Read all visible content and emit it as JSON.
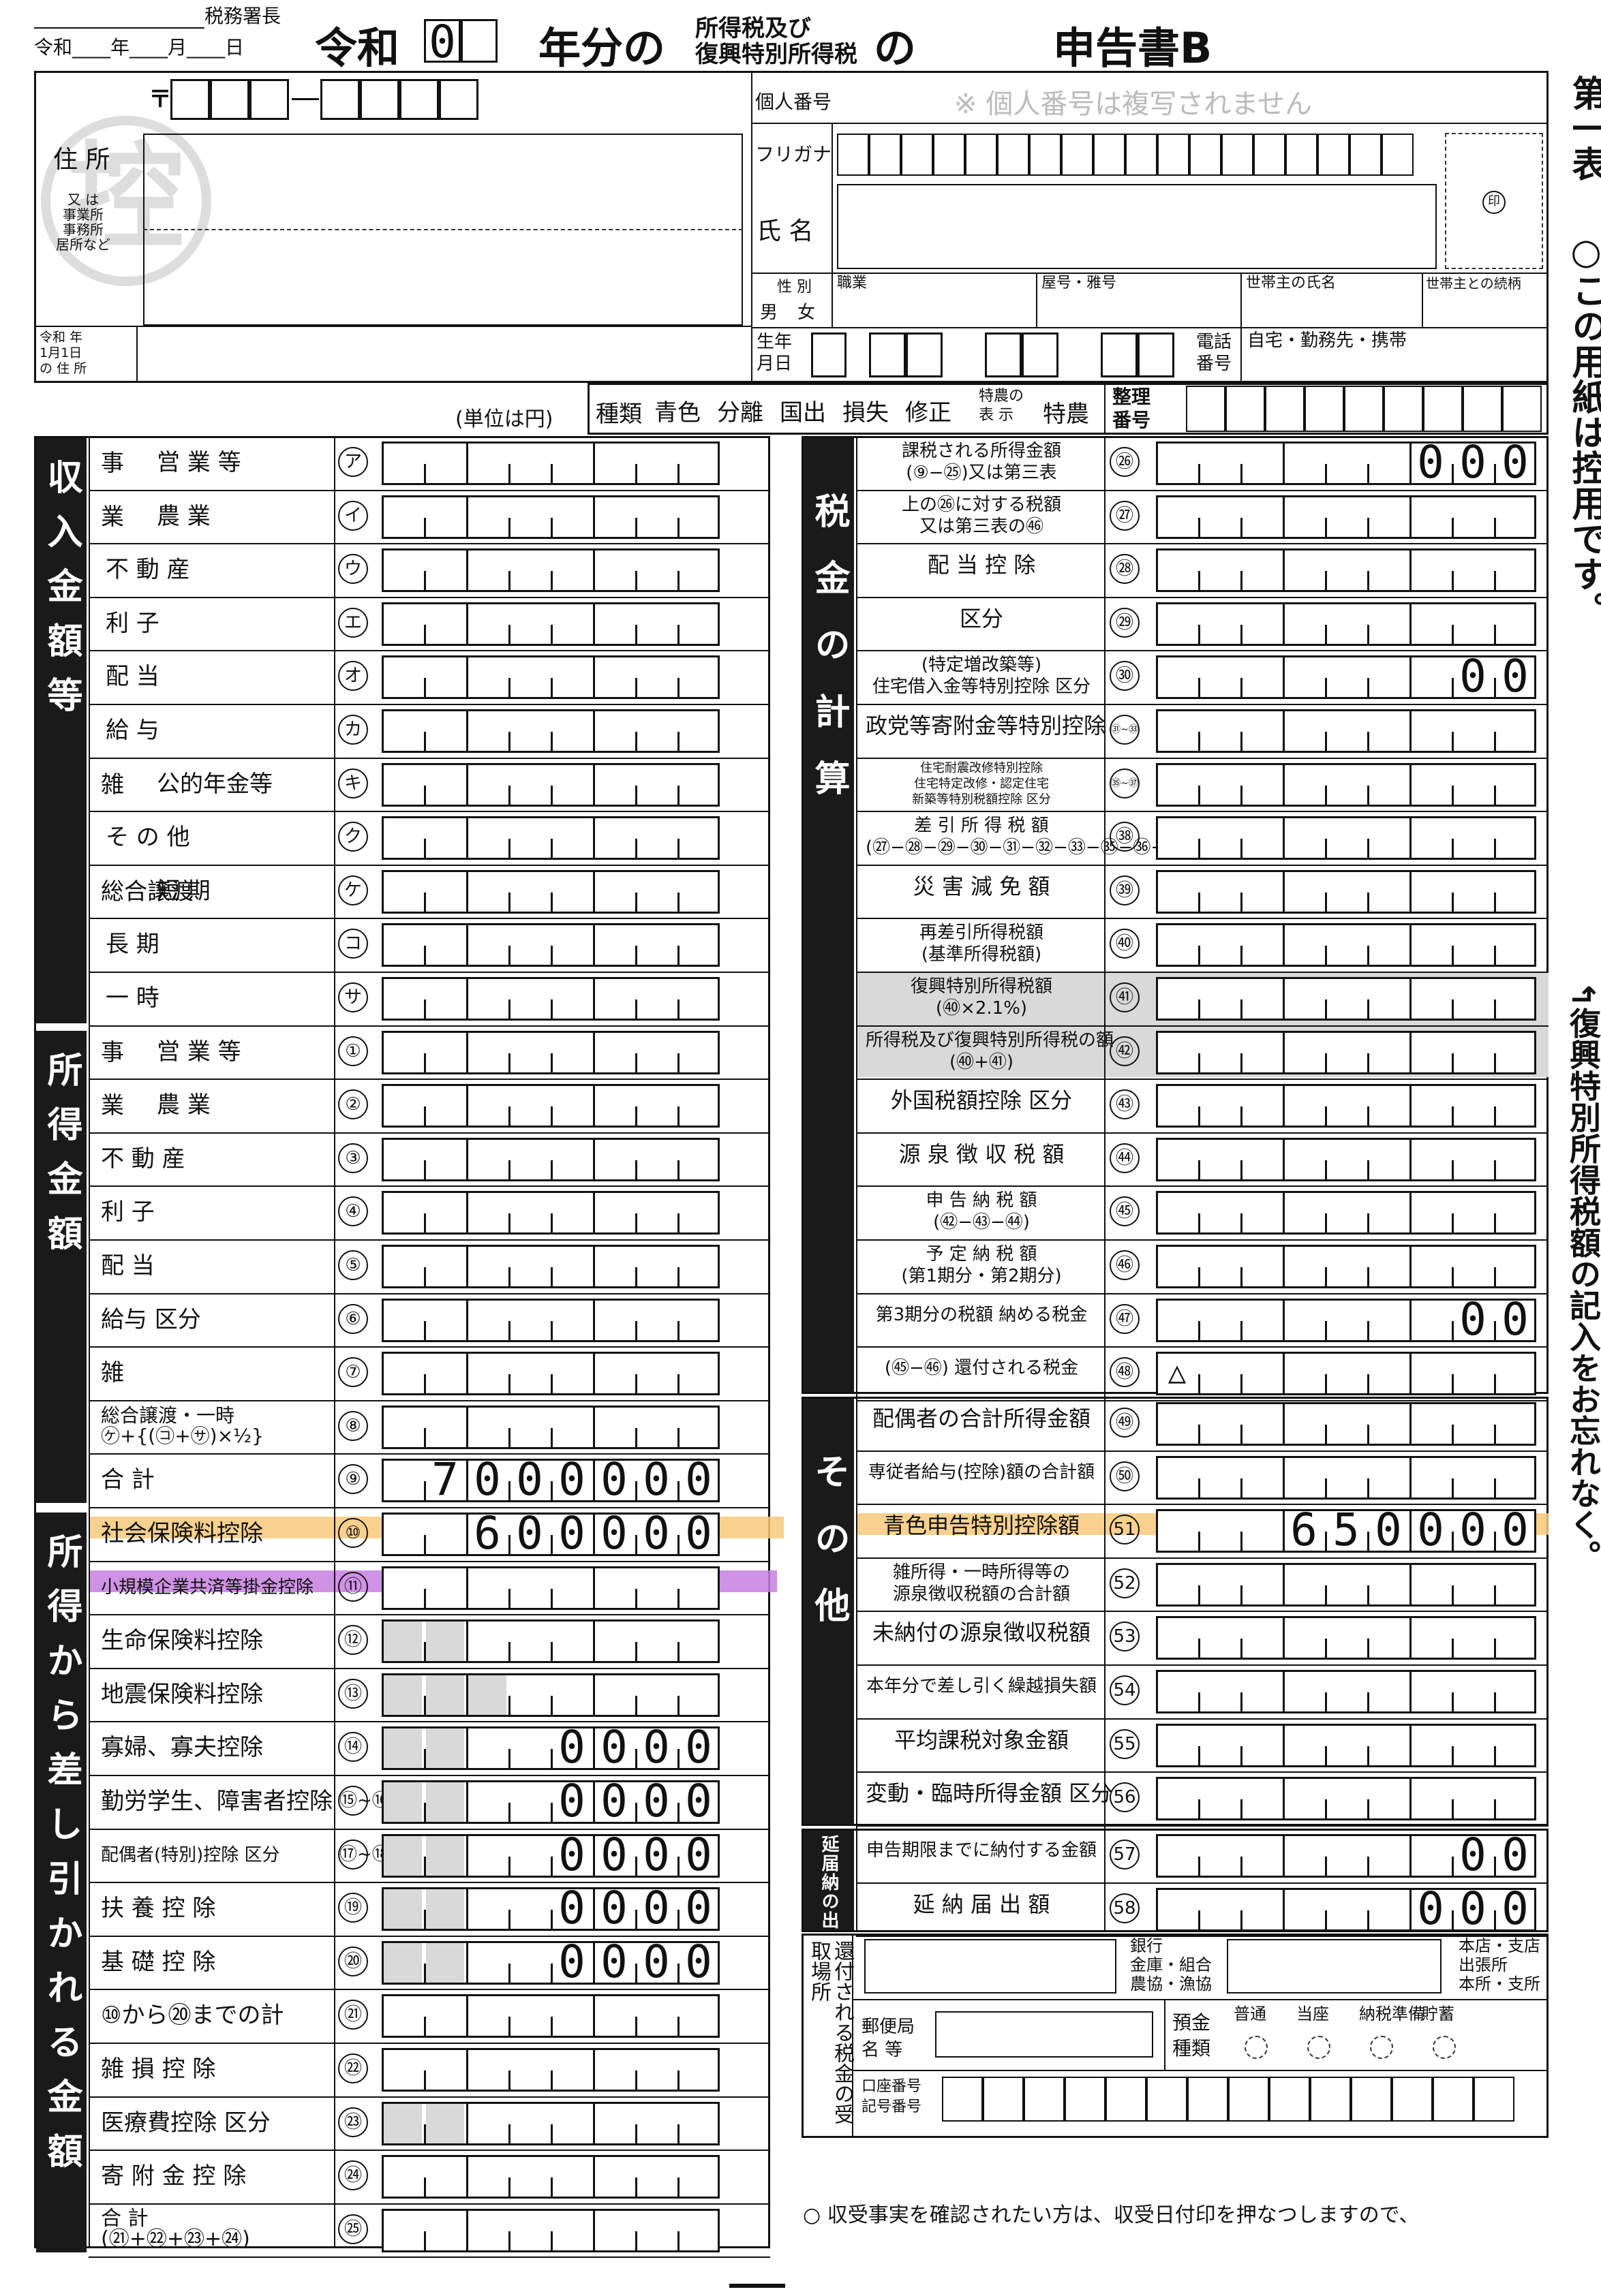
{
  "header": {
    "office_label": "税務署長",
    "date_label": "令和____年____月____日",
    "era": "令和",
    "year_box": "0",
    "year_suffix": "年分の",
    "tax_name_1": "所得税及び",
    "tax_name_2": "復興特別所得税",
    "no": "の",
    "form_title": "申告書B",
    "side_title_1": "第一表",
    "side_title_2": "○この用紙は控用です。",
    "side_note": "↰復興特別所得税額の記入をお忘れなく。"
  },
  "personal": {
    "postal_mark": "〒",
    "address_label": "住 所",
    "address_sub": "又 は\n事業所\n事務所\n居所など",
    "jan1_label": "令和 年\n1月1日\nの 住 所",
    "my_number_label": "個人番号",
    "my_number_note": "※ 個人番号は複写されません",
    "furigana_label": "フリガナ",
    "name_label": "氏 名",
    "seal": "印",
    "sex_label": "性 別",
    "male": "男",
    "female": "女",
    "occupation": "職業",
    "shop_name": "屋号・雅号",
    "householder": "世帯主の氏名",
    "relation": "世帯主との続柄",
    "birth_label": "生年\n月日",
    "phone_label": "電話\n番号",
    "phone_types": "自宅・勤務先・携帯",
    "stamp": "控",
    "unit": "(単位は円)",
    "kind_label": "種類",
    "kinds": [
      "青色",
      "分離",
      "国出",
      "損失",
      "修正"
    ],
    "special_label": "特農の\n表 示",
    "special": "特農",
    "ref_label": "整理\n番号"
  },
  "left_groups": [
    {
      "label": "収入金額等"
    },
    {
      "label": "所得金額"
    },
    {
      "label": "所得から差し引かれる金額"
    }
  ],
  "income_rows": [
    {
      "sub": "事",
      "label": "営 業 等",
      "mark": "ア"
    },
    {
      "sub": "業",
      "label": "農 業",
      "mark": "イ"
    },
    {
      "sub": "",
      "label": "不 動 産",
      "mark": "ウ"
    },
    {
      "sub": "",
      "label": "利 子",
      "mark": "エ"
    },
    {
      "sub": "",
      "label": "配 当",
      "mark": "オ"
    },
    {
      "sub": "",
      "label": "給 与",
      "mark": "カ"
    },
    {
      "sub": "雑",
      "label": "公的年金等",
      "mark": "キ"
    },
    {
      "sub": "",
      "label": "そ の 他",
      "mark": "ク"
    },
    {
      "sub": "総合譲渡",
      "label": "短 期",
      "mark": "ケ"
    },
    {
      "sub": "",
      "label": "長 期",
      "mark": "コ"
    },
    {
      "sub": "",
      "label": "一 時",
      "mark": "サ"
    }
  ],
  "shotoku_rows": [
    {
      "sub": "事",
      "label": "営 業 等",
      "mark": "①",
      "value": ""
    },
    {
      "sub": "業",
      "label": "農 業",
      "mark": "②",
      "value": ""
    },
    {
      "sub": "",
      "label": "不 動 産",
      "mark": "③",
      "value": ""
    },
    {
      "sub": "",
      "label": "利 子",
      "mark": "④",
      "value": ""
    },
    {
      "sub": "",
      "label": "配 当",
      "mark": "⑤",
      "value": ""
    },
    {
      "sub": "",
      "label": "給与 区分",
      "mark": "⑥",
      "value": ""
    },
    {
      "sub": "",
      "label": "雑",
      "mark": "⑦",
      "value": ""
    },
    {
      "sub": "",
      "label": "総合譲渡・一時\n㋘+{(㋙+㋚)×½}",
      "mark": "⑧",
      "value": ""
    },
    {
      "sub": "",
      "label": "合 計",
      "mark": "⑨",
      "value": "7000000"
    }
  ],
  "deduction_rows": [
    {
      "label": "社会保険料控除",
      "mark": "⑩",
      "value": "600000"
    },
    {
      "label": "小規模企業共済等掛金控除",
      "mark": "⑪",
      "value": ""
    },
    {
      "label": "生命保険料控除",
      "mark": "⑫",
      "value": ""
    },
    {
      "label": "地震保険料控除",
      "mark": "⑬",
      "value": ""
    },
    {
      "label": "寡婦、寡夫控除",
      "mark": "⑭",
      "value": "0000"
    },
    {
      "label": "勤労学生、障害者控除",
      "mark": "⑮~⑯",
      "value": "0000"
    },
    {
      "label": "配偶者(特別)控除 区分",
      "mark": "⑰~⑱",
      "value": "0000"
    },
    {
      "label": "扶 養 控 除",
      "mark": "⑲",
      "value": "0000"
    },
    {
      "label": "基 礎 控 除",
      "mark": "⑳",
      "value": "0000"
    },
    {
      "label": "⑩から⑳までの計",
      "mark": "㉑",
      "value": ""
    },
    {
      "label": "雑 損 控 除",
      "mark": "㉒",
      "value": ""
    },
    {
      "label": "医療費控除 区分",
      "mark": "㉓",
      "value": ""
    },
    {
      "label": "寄 附 金 控 除",
      "mark": "㉔",
      "value": ""
    },
    {
      "label": "合 計\n(㉑+㉒+㉓+㉔)",
      "mark": "㉕",
      "value": ""
    }
  ],
  "right_groups": [
    {
      "label": "税金の計算"
    },
    {
      "label": "その他"
    },
    {
      "label": "延届納の出"
    }
  ],
  "tax_rows": [
    {
      "label": "課税される所得金額\n(⑨−㉕)又は第三表",
      "mark": "㉖",
      "value": "000"
    },
    {
      "label": "上の㉖に対する税額\n又は第三表の㊻",
      "mark": "㉗",
      "value": ""
    },
    {
      "label": "配 当 控 除",
      "mark": "㉘",
      "value": ""
    },
    {
      "label": "区分",
      "mark": "㉙",
      "value": ""
    },
    {
      "label": "(特定増改築等)\n住宅借入金等特別控除 区分",
      "mark": "㉚",
      "value": "00"
    },
    {
      "label": "政党等寄附金等特別控除",
      "mark": "㉛~㉝",
      "value": ""
    },
    {
      "label": "住宅耐震改修特別控除\n住宅特定改修・認定住宅\n新築等特別税額控除 区分",
      "mark": "㉟~㊲",
      "value": ""
    },
    {
      "label": "差 引 所 得 税 額\n(㉗−㉘−㉙−㉚−㉛−㉜−㉝−㉟−㊱−㊲)",
      "mark": "㊳",
      "value": ""
    },
    {
      "label": "災 害 減 免 額",
      "mark": "㊴",
      "value": ""
    },
    {
      "label": "再差引所得税額\n(基準所得税額)",
      "mark": "㊵",
      "value": ""
    },
    {
      "label": "復興特別所得税額\n(㊵×2.1%)",
      "mark": "㊶",
      "value": ""
    },
    {
      "label": "所得税及び復興特別所得税の額\n(㊵+㊶)",
      "mark": "㊷",
      "value": ""
    },
    {
      "label": "外国税額控除 区分",
      "mark": "㊸",
      "value": ""
    },
    {
      "label": "源 泉 徴 収 税 額",
      "mark": "㊹",
      "value": ""
    },
    {
      "label": "申 告 納 税 額\n(㊷−㊸−㊹)",
      "mark": "㊺",
      "value": ""
    },
    {
      "label": "予 定 納 税 額\n(第1期分・第2期分)",
      "mark": "㊻",
      "value": ""
    },
    {
      "label": "第3期分の税額 納める税金",
      "mark": "㊼",
      "value": "00"
    },
    {
      "label": "(㊺−㊻) 還付される税金",
      "mark": "㊽",
      "value": "△"
    }
  ],
  "other_rows": [
    {
      "label": "配偶者の合計所得金額",
      "mark": "㊾",
      "value": ""
    },
    {
      "label": "専従者給与(控除)額の合計額",
      "mark": "㊿",
      "value": ""
    },
    {
      "label": "青色申告特別控除額",
      "mark": "51",
      "value": "650000"
    },
    {
      "label": "雑所得・一時所得等の\n源泉徴収税額の合計額",
      "mark": "52",
      "value": ""
    },
    {
      "label": "未納付の源泉徴収税額",
      "mark": "53",
      "value": ""
    },
    {
      "label": "本年分で差し引く繰越損失額",
      "mark": "54",
      "value": ""
    },
    {
      "label": "平均課税対象金額",
      "mark": "55",
      "value": ""
    },
    {
      "label": "変動・臨時所得金額 区分",
      "mark": "56",
      "value": ""
    }
  ],
  "delay_rows": [
    {
      "label": "申告期限までに納付する金額",
      "mark": "57",
      "value": "00"
    },
    {
      "label": "延 納 届 出 額",
      "mark": "58",
      "value": "000"
    }
  ],
  "refund": {
    "group": "還付される税金の受取場所",
    "bank_label": "銀行\n金庫・組合\n農協・漁協",
    "branch_label": "本店・支店\n出張所\n本所・支所",
    "post_label": "郵便局\n名 等",
    "deposit_label": "預金\n種類",
    "deposit_types": [
      "普通",
      "当座",
      "納税準備",
      "貯蓄"
    ],
    "account_label": "口座番号\n記号番号"
  },
  "footer_note": "○ 収受事実を確認されたい方は、収受日付印を押なつしますので、",
  "colors": {
    "orange": "#f8c97a",
    "purple": "#c77fe0",
    "black": "#1a1a1a",
    "gray": "#d9d9d9"
  }
}
